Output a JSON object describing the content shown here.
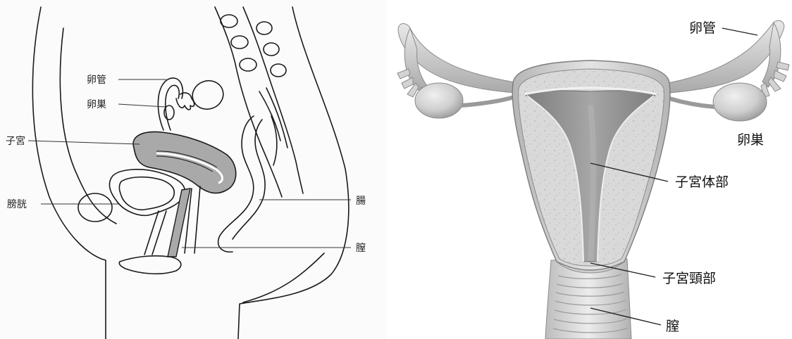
{
  "left_panel": {
    "labels": {
      "oviduct": "卵管",
      "ovary": "卵巣",
      "uterus": "子宮",
      "bladder": "膀胱",
      "intestine": "腸",
      "vagina": "膣"
    }
  },
  "right_panel": {
    "labels": {
      "oviduct": "卵管",
      "ovary": "卵巣",
      "uterine_body": "子宮体部",
      "cervix": "子宮頸部",
      "vagina": "膣"
    }
  },
  "colors": {
    "uterus_fill": "#a9a9a9",
    "tissue_fill": "#d7d7d7",
    "cavity_fill": "#8f8f8f",
    "background": "#ffffff"
  }
}
